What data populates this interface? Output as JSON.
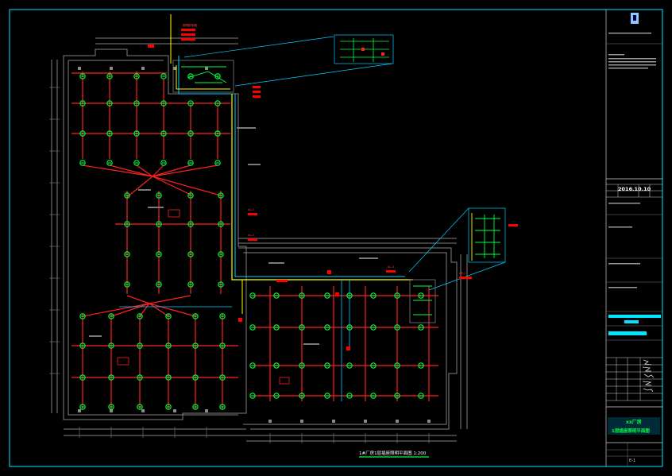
{
  "drawing": {
    "title_bar": "1#厂房1层插座照明平面图  1:200",
    "date": "2016.10.10",
    "project_line1": "xx厂房",
    "project_line2": "1层插座照明平面图",
    "sheet_no": "E-1",
    "red_tags": [
      "照明配电箱",
      "AL-1",
      "AL-2",
      "AL-3",
      "AP-1"
    ]
  },
  "colors": {
    "background": "#000000",
    "frame": "#00e5ff",
    "wall": "#7f7f7f",
    "circuit_red": "#ff2020",
    "fixture_green": "#00ff40",
    "trunk_cyan": "#00cfff",
    "trunk_yellow": "#ffff00",
    "tag_red": "#ff0000"
  },
  "icons": {
    "logo": "company-logo-icon",
    "fixture": "light-fixture-icon",
    "distribution_box": "distribution-box-icon"
  }
}
